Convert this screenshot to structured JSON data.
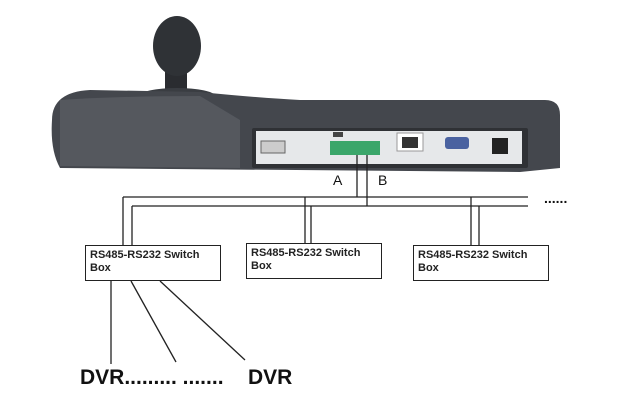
{
  "labels": {
    "a": "A",
    "b": "B",
    "more": "......"
  },
  "boxes": [
    {
      "line1": "RS485-RS232 Switch",
      "line2": "Box"
    },
    {
      "line1": "RS485-RS232 Switch",
      "line2": "Box"
    },
    {
      "line1": "RS485-RS232 Switch",
      "line2": "Box"
    }
  ],
  "dvr": {
    "left": "DVR......... .......",
    "right": "DVR"
  }
}
